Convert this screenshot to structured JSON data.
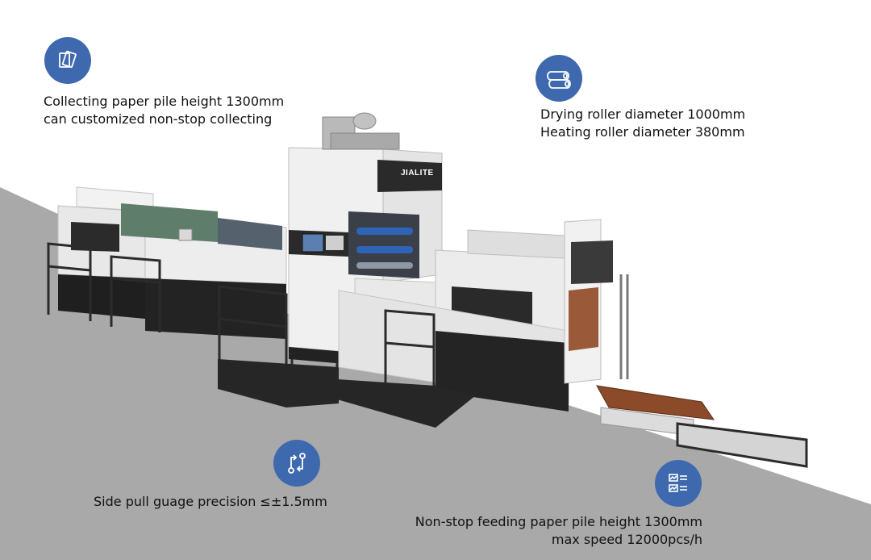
{
  "features": [
    {
      "icon": "paper-stack-icon",
      "lines": [
        "Collecting paper pile height 1300mm",
        "can customized non-stop collecting"
      ]
    },
    {
      "icon": "roller-icon",
      "lines": [
        "Drying roller diameter 1000mm",
        "Heating roller diameter 380mm"
      ]
    },
    {
      "icon": "side-pull-icon",
      "lines": [
        "Side pull guage precision ≤±1.5mm"
      ]
    },
    {
      "icon": "feeder-icon",
      "lines": [
        "Non-stop feeding paper pile height 1300mm",
        "max speed 12000pcs/h"
      ]
    }
  ],
  "machine": {
    "brand": "JIALITE"
  },
  "colors": {
    "icon_background": "#3f69ae",
    "floor": "#a9a9a9",
    "machine_body": "#eeeeee",
    "machine_dark": "#2a2a2a"
  }
}
